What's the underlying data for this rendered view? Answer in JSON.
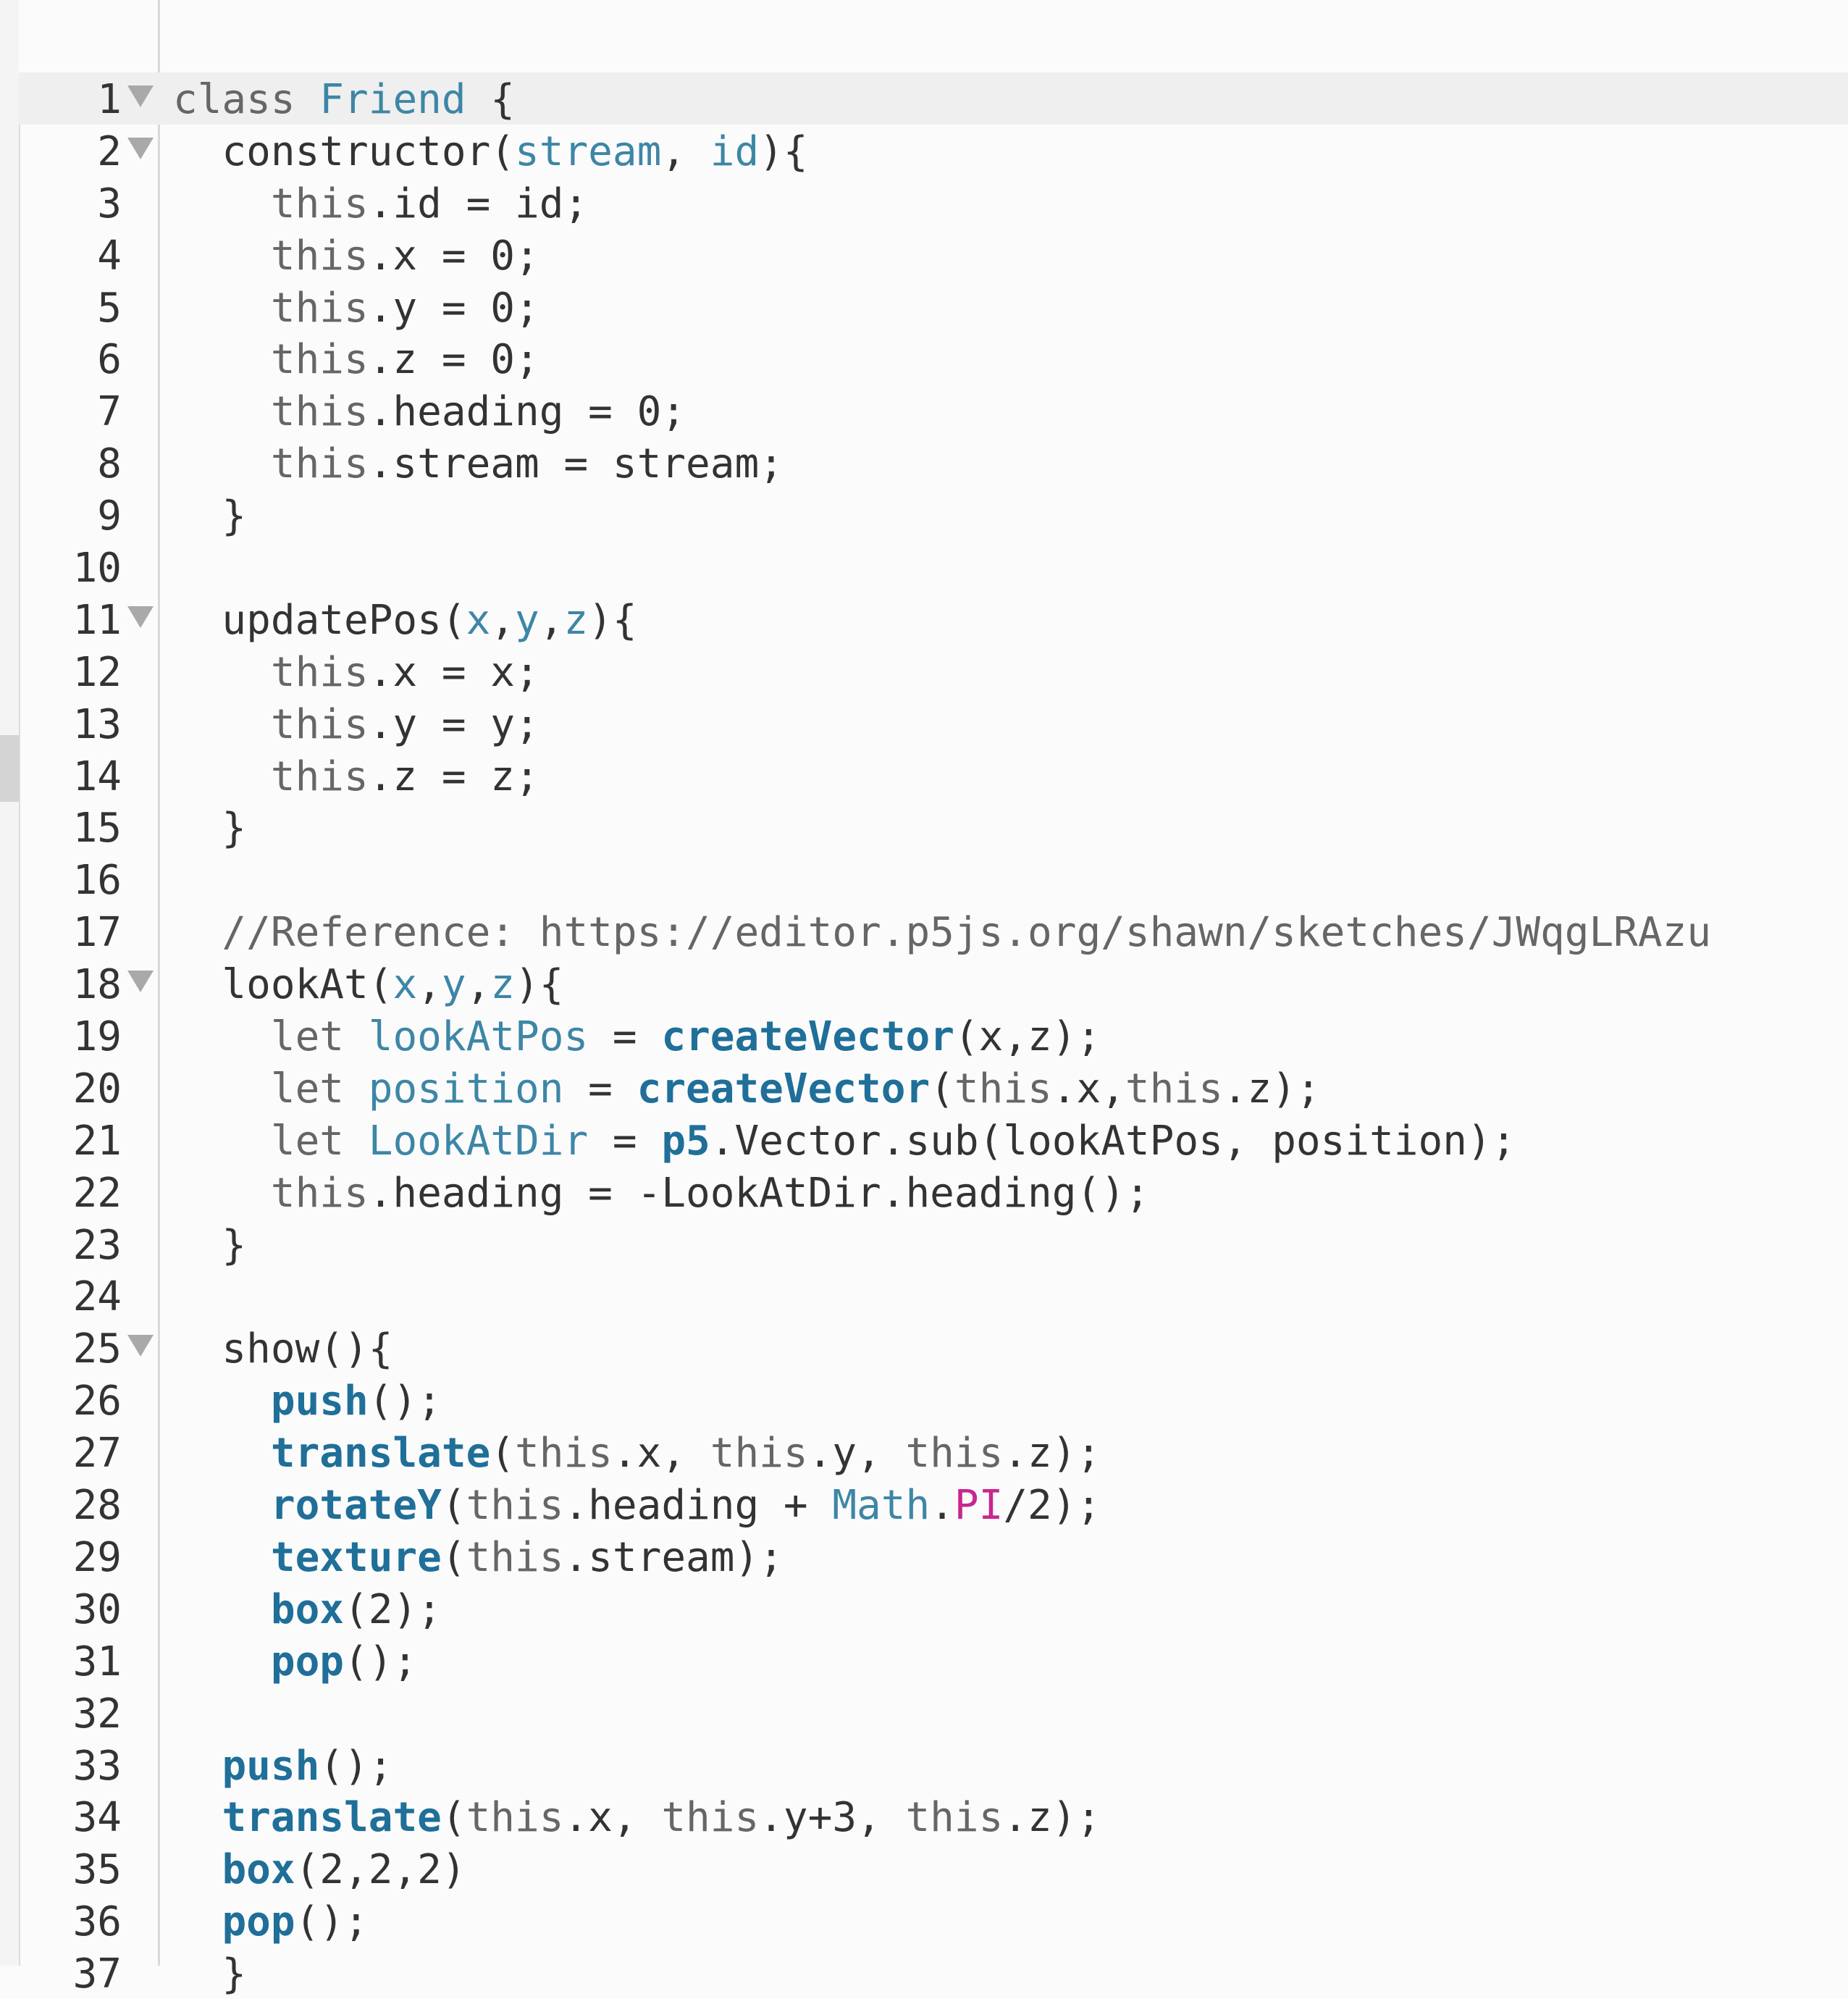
{
  "editor": {
    "lines": [
      {
        "n": "1",
        "fold": true,
        "active": true,
        "tokens": [
          [
            "kw",
            "class"
          ],
          [
            "txt",
            " "
          ],
          [
            "cls",
            "Friend"
          ],
          [
            "txt",
            " {"
          ]
        ]
      },
      {
        "n": "2",
        "fold": true,
        "tokens": [
          [
            "txt",
            "  constructor("
          ],
          [
            "prm",
            "stream"
          ],
          [
            "txt",
            ", "
          ],
          [
            "prm",
            "id"
          ],
          [
            "txt",
            "){"
          ]
        ]
      },
      {
        "n": "3",
        "tokens": [
          [
            "txt",
            "    "
          ],
          [
            "kw",
            "this"
          ],
          [
            "txt",
            ".id = id;"
          ]
        ]
      },
      {
        "n": "4",
        "tokens": [
          [
            "txt",
            "    "
          ],
          [
            "kw",
            "this"
          ],
          [
            "txt",
            ".x = 0;"
          ]
        ]
      },
      {
        "n": "5",
        "tokens": [
          [
            "txt",
            "    "
          ],
          [
            "kw",
            "this"
          ],
          [
            "txt",
            ".y = 0;"
          ]
        ]
      },
      {
        "n": "6",
        "tokens": [
          [
            "txt",
            "    "
          ],
          [
            "kw",
            "this"
          ],
          [
            "txt",
            ".z = 0;"
          ]
        ]
      },
      {
        "n": "7",
        "tokens": [
          [
            "txt",
            "    "
          ],
          [
            "kw",
            "this"
          ],
          [
            "txt",
            ".heading = 0;"
          ]
        ]
      },
      {
        "n": "8",
        "tokens": [
          [
            "txt",
            "    "
          ],
          [
            "kw",
            "this"
          ],
          [
            "txt",
            ".stream = stream;"
          ]
        ]
      },
      {
        "n": "9",
        "tokens": [
          [
            "txt",
            "  }"
          ]
        ]
      },
      {
        "n": "10",
        "tokens": []
      },
      {
        "n": "11",
        "fold": true,
        "tokens": [
          [
            "txt",
            "  updatePos("
          ],
          [
            "prm",
            "x"
          ],
          [
            "txt",
            ","
          ],
          [
            "prm",
            "y"
          ],
          [
            "txt",
            ","
          ],
          [
            "prm",
            "z"
          ],
          [
            "txt",
            "){"
          ]
        ]
      },
      {
        "n": "12",
        "tokens": [
          [
            "txt",
            "    "
          ],
          [
            "kw",
            "this"
          ],
          [
            "txt",
            ".x = x;"
          ]
        ]
      },
      {
        "n": "13",
        "tokens": [
          [
            "txt",
            "    "
          ],
          [
            "kw",
            "this"
          ],
          [
            "txt",
            ".y = y;"
          ]
        ]
      },
      {
        "n": "14",
        "tokens": [
          [
            "txt",
            "    "
          ],
          [
            "kw",
            "this"
          ],
          [
            "txt",
            ".z = z;"
          ]
        ]
      },
      {
        "n": "15",
        "tokens": [
          [
            "txt",
            "  }"
          ]
        ]
      },
      {
        "n": "16",
        "tokens": []
      },
      {
        "n": "17",
        "tokens": [
          [
            "cmt",
            "  //Reference: https://editor.p5js.org/shawn/sketches/JWqgLRAzu"
          ]
        ]
      },
      {
        "n": "18",
        "fold": true,
        "tokens": [
          [
            "txt",
            "  lookAt("
          ],
          [
            "prm",
            "x"
          ],
          [
            "txt",
            ","
          ],
          [
            "prm",
            "y"
          ],
          [
            "txt",
            ","
          ],
          [
            "prm",
            "z"
          ],
          [
            "txt",
            "){"
          ]
        ]
      },
      {
        "n": "19",
        "tokens": [
          [
            "txt",
            "    "
          ],
          [
            "kw",
            "let"
          ],
          [
            "txt",
            " "
          ],
          [
            "var",
            "lookAtPos"
          ],
          [
            "txt",
            " = "
          ],
          [
            "fn",
            "createVector"
          ],
          [
            "txt",
            "(x,z);"
          ]
        ]
      },
      {
        "n": "20",
        "tokens": [
          [
            "txt",
            "    "
          ],
          [
            "kw",
            "let"
          ],
          [
            "txt",
            " "
          ],
          [
            "var",
            "position"
          ],
          [
            "txt",
            " = "
          ],
          [
            "fn",
            "createVector"
          ],
          [
            "txt",
            "("
          ],
          [
            "kw",
            "this"
          ],
          [
            "txt",
            ".x,"
          ],
          [
            "kw",
            "this"
          ],
          [
            "txt",
            ".z);"
          ]
        ]
      },
      {
        "n": "21",
        "tokens": [
          [
            "txt",
            "    "
          ],
          [
            "kw",
            "let"
          ],
          [
            "txt",
            " "
          ],
          [
            "var",
            "LookAtDir"
          ],
          [
            "txt",
            " = "
          ],
          [
            "p5",
            "p5"
          ],
          [
            "txt",
            ".Vector.sub(lookAtPos, position);"
          ]
        ]
      },
      {
        "n": "22",
        "tokens": [
          [
            "txt",
            "    "
          ],
          [
            "kw",
            "this"
          ],
          [
            "txt",
            ".heading = -LookAtDir.heading();"
          ]
        ]
      },
      {
        "n": "23",
        "tokens": [
          [
            "txt",
            "  }"
          ]
        ]
      },
      {
        "n": "24",
        "tokens": []
      },
      {
        "n": "25",
        "fold": true,
        "tokens": [
          [
            "txt",
            "  show(){"
          ]
        ]
      },
      {
        "n": "26",
        "tokens": [
          [
            "txt",
            "    "
          ],
          [
            "fn",
            "push"
          ],
          [
            "txt",
            "();"
          ]
        ]
      },
      {
        "n": "27",
        "tokens": [
          [
            "txt",
            "    "
          ],
          [
            "fn",
            "translate"
          ],
          [
            "txt",
            "("
          ],
          [
            "kw",
            "this"
          ],
          [
            "txt",
            ".x, "
          ],
          [
            "kw",
            "this"
          ],
          [
            "txt",
            ".y, "
          ],
          [
            "kw",
            "this"
          ],
          [
            "txt",
            ".z);"
          ]
        ]
      },
      {
        "n": "28",
        "tokens": [
          [
            "txt",
            "    "
          ],
          [
            "fn",
            "rotateY"
          ],
          [
            "txt",
            "("
          ],
          [
            "kw",
            "this"
          ],
          [
            "txt",
            ".heading + "
          ],
          [
            "mth",
            "Math"
          ],
          [
            "txt",
            "."
          ],
          [
            "cst",
            "PI"
          ],
          [
            "txt",
            "/2);"
          ]
        ]
      },
      {
        "n": "29",
        "tokens": [
          [
            "txt",
            "    "
          ],
          [
            "fn",
            "texture"
          ],
          [
            "txt",
            "("
          ],
          [
            "kw",
            "this"
          ],
          [
            "txt",
            ".stream);"
          ]
        ]
      },
      {
        "n": "30",
        "tokens": [
          [
            "txt",
            "    "
          ],
          [
            "fn",
            "box"
          ],
          [
            "txt",
            "(2);"
          ]
        ]
      },
      {
        "n": "31",
        "tokens": [
          [
            "txt",
            "    "
          ],
          [
            "fn",
            "pop"
          ],
          [
            "txt",
            "();"
          ]
        ]
      },
      {
        "n": "32",
        "tokens": []
      },
      {
        "n": "33",
        "tokens": [
          [
            "txt",
            "  "
          ],
          [
            "fn",
            "push"
          ],
          [
            "txt",
            "();"
          ]
        ]
      },
      {
        "n": "34",
        "tokens": [
          [
            "txt",
            "  "
          ],
          [
            "fn",
            "translate"
          ],
          [
            "txt",
            "("
          ],
          [
            "kw",
            "this"
          ],
          [
            "txt",
            ".x, "
          ],
          [
            "kw",
            "this"
          ],
          [
            "txt",
            ".y+3, "
          ],
          [
            "kw",
            "this"
          ],
          [
            "txt",
            ".z);"
          ]
        ]
      },
      {
        "n": "35",
        "tokens": [
          [
            "txt",
            "  "
          ],
          [
            "fn",
            "box"
          ],
          [
            "txt",
            "(2,2,2)"
          ]
        ]
      },
      {
        "n": "36",
        "tokens": [
          [
            "txt",
            "  "
          ],
          [
            "fn",
            "pop"
          ],
          [
            "txt",
            "();"
          ]
        ]
      },
      {
        "n": "37",
        "tokens": [
          [
            "txt",
            "  }"
          ]
        ]
      }
    ]
  }
}
